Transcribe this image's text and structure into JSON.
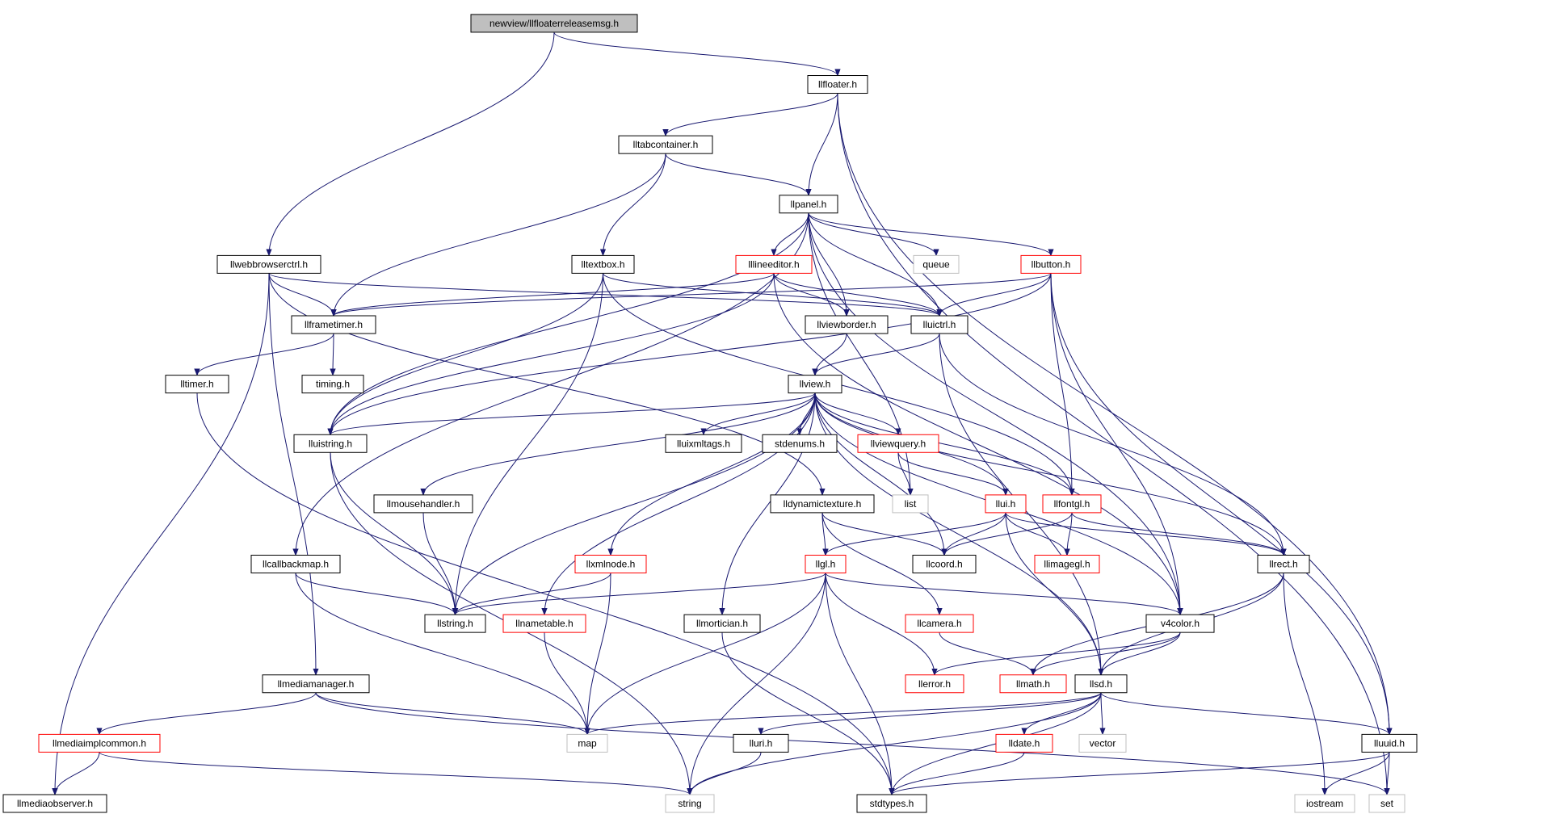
{
  "graph": {
    "styles": {
      "root": {
        "fill": "#bfbfbf",
        "stroke": "#000000"
      },
      "normal": {
        "fill": "#ffffff",
        "stroke": "#000000"
      },
      "truncated": {
        "fill": "#ffffff",
        "stroke": "#ff0000"
      },
      "system": {
        "fill": "#ffffff",
        "stroke": "#bfbfbf"
      },
      "edge": "#191970"
    },
    "nodes": [
      {
        "id": "root",
        "label": "newview/llfloaterreleasemsg.h",
        "style": "root"
      },
      {
        "id": "llfloater",
        "label": "llfloater.h",
        "style": "normal"
      },
      {
        "id": "lltabcontainer",
        "label": "lltabcontainer.h",
        "style": "normal"
      },
      {
        "id": "llpanel",
        "label": "llpanel.h",
        "style": "normal"
      },
      {
        "id": "llwebbrowserctrl",
        "label": "llwebbrowserctrl.h",
        "style": "normal"
      },
      {
        "id": "lltextbox",
        "label": "lltextbox.h",
        "style": "normal"
      },
      {
        "id": "lllineeditor",
        "label": "lllineeditor.h",
        "style": "truncated"
      },
      {
        "id": "queue",
        "label": "queue",
        "style": "system"
      },
      {
        "id": "llbutton",
        "label": "llbutton.h",
        "style": "truncated"
      },
      {
        "id": "llframetimer",
        "label": "llframetimer.h",
        "style": "normal"
      },
      {
        "id": "llviewborder",
        "label": "llviewborder.h",
        "style": "normal"
      },
      {
        "id": "lluictrl",
        "label": "lluictrl.h",
        "style": "normal"
      },
      {
        "id": "lltimer",
        "label": "lltimer.h",
        "style": "normal"
      },
      {
        "id": "timing",
        "label": "timing.h",
        "style": "normal"
      },
      {
        "id": "llview",
        "label": "llview.h",
        "style": "normal"
      },
      {
        "id": "lluistring",
        "label": "lluistring.h",
        "style": "normal"
      },
      {
        "id": "lluixmltags",
        "label": "lluixmltags.h",
        "style": "normal"
      },
      {
        "id": "stdenums",
        "label": "stdenums.h",
        "style": "normal"
      },
      {
        "id": "llviewquery",
        "label": "llviewquery.h",
        "style": "truncated"
      },
      {
        "id": "llmousehandler",
        "label": "llmousehandler.h",
        "style": "normal"
      },
      {
        "id": "lldynamictexture",
        "label": "lldynamictexture.h",
        "style": "normal"
      },
      {
        "id": "list",
        "label": "list",
        "style": "system"
      },
      {
        "id": "llui",
        "label": "llui.h",
        "style": "truncated"
      },
      {
        "id": "llfontgl",
        "label": "llfontgl.h",
        "style": "truncated"
      },
      {
        "id": "llcallbackmap",
        "label": "llcallbackmap.h",
        "style": "normal"
      },
      {
        "id": "llxmlnode",
        "label": "llxmlnode.h",
        "style": "truncated"
      },
      {
        "id": "llgl",
        "label": "llgl.h",
        "style": "truncated"
      },
      {
        "id": "llcoord",
        "label": "llcoord.h",
        "style": "normal"
      },
      {
        "id": "llimagegl",
        "label": "llimagegl.h",
        "style": "truncated"
      },
      {
        "id": "llrect",
        "label": "llrect.h",
        "style": "normal"
      },
      {
        "id": "llstring",
        "label": "llstring.h",
        "style": "normal"
      },
      {
        "id": "llnametable",
        "label": "llnametable.h",
        "style": "truncated"
      },
      {
        "id": "llmortician",
        "label": "llmortician.h",
        "style": "normal"
      },
      {
        "id": "llcamera",
        "label": "llcamera.h",
        "style": "truncated"
      },
      {
        "id": "v4color",
        "label": "v4color.h",
        "style": "normal"
      },
      {
        "id": "llmediamanager",
        "label": "llmediamanager.h",
        "style": "normal"
      },
      {
        "id": "llerror",
        "label": "llerror.h",
        "style": "truncated"
      },
      {
        "id": "llmath",
        "label": "llmath.h",
        "style": "truncated"
      },
      {
        "id": "llsd",
        "label": "llsd.h",
        "style": "normal"
      },
      {
        "id": "llmediaimplcommon",
        "label": "llmediaimplcommon.h",
        "style": "truncated"
      },
      {
        "id": "map",
        "label": "map",
        "style": "system"
      },
      {
        "id": "lluri",
        "label": "lluri.h",
        "style": "normal"
      },
      {
        "id": "lldate",
        "label": "lldate.h",
        "style": "truncated"
      },
      {
        "id": "vector",
        "label": "vector",
        "style": "system"
      },
      {
        "id": "lluuid",
        "label": "lluuid.h",
        "style": "normal"
      },
      {
        "id": "llmediaobserver",
        "label": "llmediaobserver.h",
        "style": "normal"
      },
      {
        "id": "string",
        "label": "string",
        "style": "system"
      },
      {
        "id": "stdtypes",
        "label": "stdtypes.h",
        "style": "normal"
      },
      {
        "id": "iostream",
        "label": "iostream",
        "style": "system"
      },
      {
        "id": "set",
        "label": "set",
        "style": "system"
      }
    ],
    "edges": [
      [
        "root",
        "llfloater"
      ],
      [
        "root",
        "llwebbrowserctrl"
      ],
      [
        "llfloater",
        "lltabcontainer"
      ],
      [
        "llfloater",
        "llpanel"
      ],
      [
        "llfloater",
        "lluuid"
      ],
      [
        "llfloater",
        "set"
      ],
      [
        "lltabcontainer",
        "llpanel"
      ],
      [
        "lltabcontainer",
        "lltextbox"
      ],
      [
        "lltabcontainer",
        "llframetimer"
      ],
      [
        "llpanel",
        "lllineeditor"
      ],
      [
        "llpanel",
        "queue"
      ],
      [
        "llpanel",
        "llbutton"
      ],
      [
        "llpanel",
        "llviewborder"
      ],
      [
        "llpanel",
        "lluictrl"
      ],
      [
        "llpanel",
        "lluistring"
      ],
      [
        "llpanel",
        "llcallbackmap"
      ],
      [
        "llpanel",
        "list"
      ],
      [
        "llpanel",
        "v4color"
      ],
      [
        "llwebbrowserctrl",
        "llframetimer"
      ],
      [
        "llwebbrowserctrl",
        "lluictrl"
      ],
      [
        "llwebbrowserctrl",
        "lldynamictexture"
      ],
      [
        "llwebbrowserctrl",
        "llmediamanager"
      ],
      [
        "llwebbrowserctrl",
        "llmediaobserver"
      ],
      [
        "lltextbox",
        "lluictrl"
      ],
      [
        "lltextbox",
        "lluistring"
      ],
      [
        "lltextbox",
        "llstring"
      ],
      [
        "lltextbox",
        "llfontgl"
      ],
      [
        "lllineeditor",
        "llframetimer"
      ],
      [
        "lllineeditor",
        "llviewborder"
      ],
      [
        "lllineeditor",
        "lluictrl"
      ],
      [
        "lllineeditor",
        "lluistring"
      ],
      [
        "lllineeditor",
        "v4color"
      ],
      [
        "llbutton",
        "lluictrl"
      ],
      [
        "llbutton",
        "llframetimer"
      ],
      [
        "llbutton",
        "llfontgl"
      ],
      [
        "llbutton",
        "lluuid"
      ],
      [
        "llbutton",
        "v4color"
      ],
      [
        "llbutton",
        "lluistring"
      ],
      [
        "llframetimer",
        "lltimer"
      ],
      [
        "llframetimer",
        "timing"
      ],
      [
        "llviewborder",
        "llview"
      ],
      [
        "lluictrl",
        "llview"
      ],
      [
        "lluictrl",
        "llrect"
      ],
      [
        "lluictrl",
        "llsd"
      ],
      [
        "lltimer",
        "stdtypes"
      ],
      [
        "llview",
        "lluistring"
      ],
      [
        "llview",
        "lluixmltags"
      ],
      [
        "llview",
        "stdenums"
      ],
      [
        "llview",
        "llviewquery"
      ],
      [
        "llview",
        "llmousehandler"
      ],
      [
        "llview",
        "llui"
      ],
      [
        "llview",
        "llfontgl"
      ],
      [
        "llview",
        "llcoord"
      ],
      [
        "llview",
        "llrect"
      ],
      [
        "llview",
        "v4color"
      ],
      [
        "llview",
        "llsd"
      ],
      [
        "llview",
        "llxmlnode"
      ],
      [
        "llview",
        "llnametable"
      ],
      [
        "llview",
        "llmortician"
      ],
      [
        "llview",
        "llstring"
      ],
      [
        "lluistring",
        "llstring"
      ],
      [
        "lluistring",
        "string"
      ],
      [
        "llviewquery",
        "list"
      ],
      [
        "llviewquery",
        "llui"
      ],
      [
        "llmousehandler",
        "llstring"
      ],
      [
        "lldynamictexture",
        "llgl"
      ],
      [
        "lldynamictexture",
        "llcoord"
      ],
      [
        "lldynamictexture",
        "llcamera"
      ],
      [
        "llui",
        "llgl"
      ],
      [
        "llui",
        "llcoord"
      ],
      [
        "llui",
        "llimagegl"
      ],
      [
        "llui",
        "llrect"
      ],
      [
        "llui",
        "llsd"
      ],
      [
        "llfontgl",
        "llcoord"
      ],
      [
        "llfontgl",
        "llimagegl"
      ],
      [
        "llfontgl",
        "llrect"
      ],
      [
        "llcallbackmap",
        "llstring"
      ],
      [
        "llcallbackmap",
        "map"
      ],
      [
        "llxmlnode",
        "llstring"
      ],
      [
        "llxmlnode",
        "map"
      ],
      [
        "llgl",
        "llstring"
      ],
      [
        "llgl",
        "map"
      ],
      [
        "llgl",
        "string"
      ],
      [
        "llgl",
        "stdtypes"
      ],
      [
        "llgl",
        "llerror"
      ],
      [
        "llgl",
        "v4color"
      ],
      [
        "llrect",
        "llmath"
      ],
      [
        "llrect",
        "llsd"
      ],
      [
        "llrect",
        "iostream"
      ],
      [
        "llnametable",
        "map"
      ],
      [
        "llmortician",
        "stdtypes"
      ],
      [
        "llcamera",
        "llmath"
      ],
      [
        "v4color",
        "llerror"
      ],
      [
        "v4color",
        "llmath"
      ],
      [
        "v4color",
        "llsd"
      ],
      [
        "llmediamanager",
        "llmediaimplcommon"
      ],
      [
        "llmediamanager",
        "map"
      ],
      [
        "llmediamanager",
        "set"
      ],
      [
        "llmediaimplcommon",
        "llmediaobserver"
      ],
      [
        "llmediaimplcommon",
        "string"
      ],
      [
        "llsd",
        "map"
      ],
      [
        "llsd",
        "string"
      ],
      [
        "llsd",
        "vector"
      ],
      [
        "llsd",
        "lluri"
      ],
      [
        "llsd",
        "lldate"
      ],
      [
        "llsd",
        "stdtypes"
      ],
      [
        "llsd",
        "lluuid"
      ],
      [
        "lluri",
        "string"
      ],
      [
        "lldate",
        "stdtypes"
      ],
      [
        "lluuid",
        "stdtypes"
      ],
      [
        "lluuid",
        "iostream"
      ],
      [
        "lluuid",
        "set"
      ]
    ]
  }
}
